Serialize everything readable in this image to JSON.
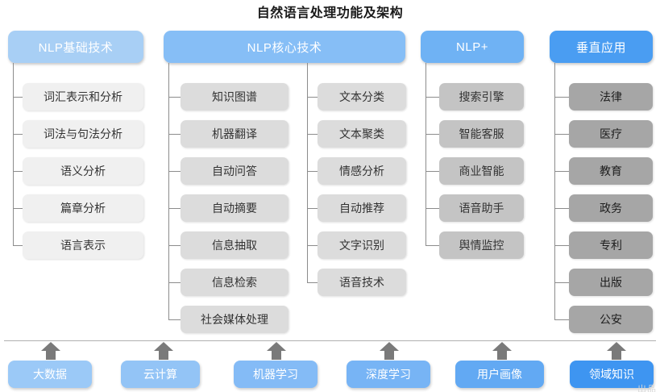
{
  "title": "自然语言处理功能及架构",
  "palette": {
    "header_basic": "#A8CFF5",
    "header_core": "#86BEF6",
    "header_plus": "#6FB2F4",
    "header_vertical": "#4A9DF2",
    "item_basic": "#F0F0F0",
    "item_core": "#DCDCDC",
    "item_plus": "#C4C4C4",
    "item_vertical": "#A6A6A6",
    "connector": "#8c8c8c",
    "arrow": "#7A7A7A",
    "rule": "#B0B0B0",
    "title_color": "#1A1A1A"
  },
  "groups": [
    {
      "id": "nlp-basic",
      "header": "NLP基础技术",
      "header_color": "#A8CFF5",
      "item_color": "#F0F0F0",
      "columns": [
        {
          "id": "basic-col",
          "items": [
            "词汇表示和分析",
            "词法与句法分析",
            "语义分析",
            "篇章分析",
            "语言表示"
          ]
        }
      ]
    },
    {
      "id": "nlp-core",
      "header": "NLP核心技术",
      "header_color": "#86BEF6",
      "item_color": "#DCDCDC",
      "columns": [
        {
          "id": "core-col-1",
          "items": [
            "知识图谱",
            "机器翻译",
            "自动问答",
            "自动摘要",
            "信息抽取",
            "信息检索",
            "社会媒体处理"
          ]
        },
        {
          "id": "core-col-2",
          "items": [
            "文本分类",
            "文本聚类",
            "情感分析",
            "自动推荐",
            "文字识别",
            "语音技术"
          ]
        }
      ]
    },
    {
      "id": "nlp-plus",
      "header": "NLP+",
      "header_color": "#6FB2F4",
      "item_color": "#C4C4C4",
      "columns": [
        {
          "id": "plus-col",
          "items": [
            "搜索引擎",
            "智能客服",
            "商业智能",
            "语音助手",
            "舆情监控"
          ]
        }
      ]
    },
    {
      "id": "vertical-app",
      "header": "垂直应用",
      "header_color": "#4A9DF2",
      "item_color": "#A6A6A6",
      "columns": [
        {
          "id": "vertical-col",
          "items": [
            "法律",
            "医疗",
            "教育",
            "政务",
            "专利",
            "出版",
            "公安"
          ]
        }
      ]
    }
  ],
  "foundations": [
    {
      "label": "大数据",
      "color": "#9BC9F7"
    },
    {
      "label": "云计算",
      "color": "#93C4F6"
    },
    {
      "label": "机器学习",
      "color": "#84BBF6"
    },
    {
      "label": "深度学习",
      "color": "#77B4F5"
    },
    {
      "label": "用户画像",
      "color": "#62A9F3"
    },
    {
      "label": "领域知识",
      "color": "#3E95F1"
    }
  ],
  "watermark": "出品"
}
